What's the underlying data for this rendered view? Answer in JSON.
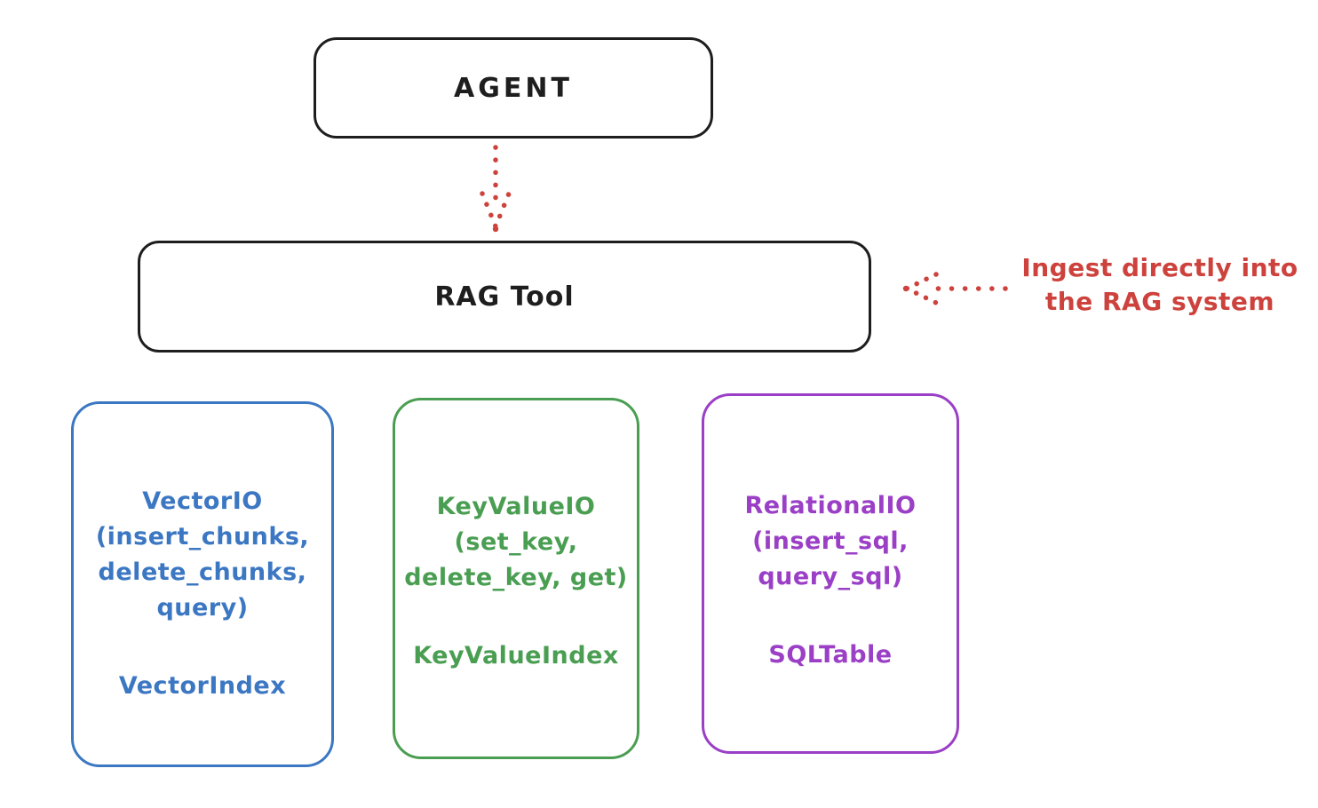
{
  "diagram": {
    "agent": {
      "label": "AGENT"
    },
    "rag_tool": {
      "label": "RAG Tool"
    },
    "arrow_color": "#cd423c",
    "black_stroke": "#1e1e1e",
    "annotation": {
      "line1": "Ingest directly into",
      "line2": "the RAG system",
      "color": "#cd423c"
    },
    "boxes": [
      {
        "name": "VectorIO",
        "color": "#3b77c2",
        "lines": [
          "VectorIO",
          "(insert_chunks,",
          "delete_chunks,",
          "query)"
        ],
        "index_label": "VectorIndex"
      },
      {
        "name": "KeyValueIO",
        "color": "#4a9e52",
        "lines": [
          "KeyValueIO",
          "(set_key,",
          "delete_key, get)"
        ],
        "index_label": "KeyValueIndex"
      },
      {
        "name": "RelationalIO",
        "color": "#9a3fc6",
        "lines": [
          "RelationalIO",
          "(insert_sql,",
          "query_sql)"
        ],
        "index_label": "SQLTable"
      }
    ]
  }
}
